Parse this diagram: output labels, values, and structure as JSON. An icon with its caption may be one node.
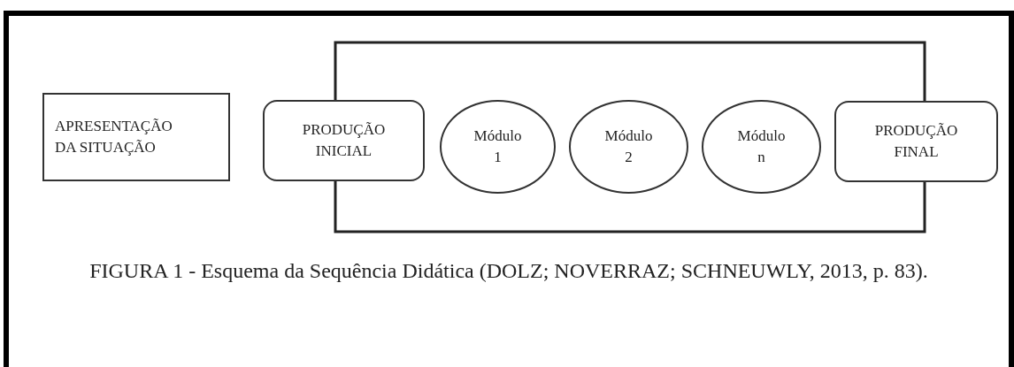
{
  "diagram": {
    "caption": "FIGURA 1 - Esquema da Sequência Didática (DOLZ; NOVERRAZ; SCHNEUWLY, 2013, p. 83).",
    "nodes": [
      {
        "text": [
          "APRESENTAÇÃO DA SITUAÇÃO"
        ]
      },
      {
        "text": [
          "PRODUÇÃO INICIAL"
        ]
      },
      {
        "text": [
          "Módulo 1"
        ]
      },
      {
        "text": [
          "Módulo 2"
        ]
      },
      {
        "text": [
          "Módulo n"
        ]
      },
      {
        "text": [
          "PRODUÇÃO FINAL"
        ]
      }
    ],
    "edges": [
      {
        "from": 1,
        "to": 5,
        "arrow": "none"
      },
      {
        "from": 1,
        "to": 5,
        "arrow": "none"
      }
    ]
  }
}
